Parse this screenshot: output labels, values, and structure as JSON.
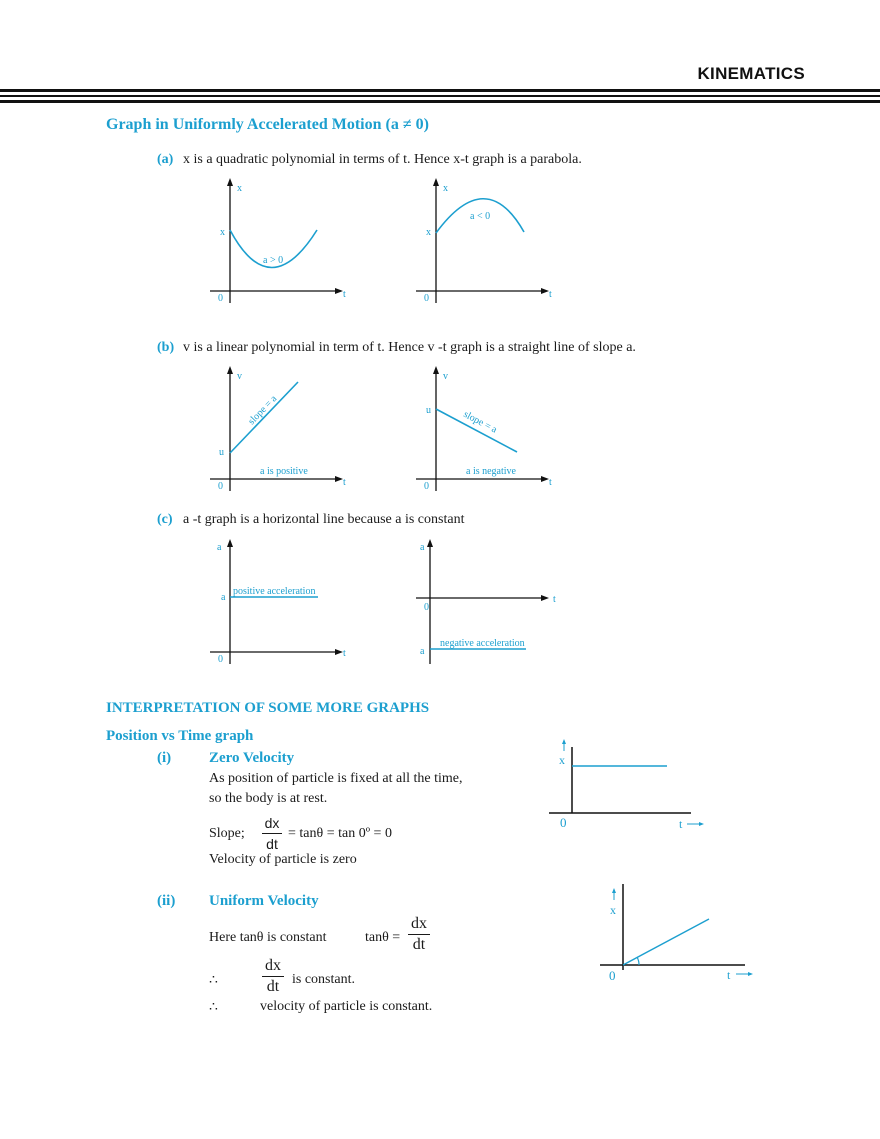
{
  "header": {
    "title": "KINEMATICS"
  },
  "section1": {
    "title": "Graph in Uniformly Accelerated Motion  (a ≠ 0)",
    "a": {
      "marker": "(a)",
      "text": "x is a quadratic polynomial in terms of t. Hence x-t graph is a parabola.",
      "g1": {
        "yaxis": "x",
        "xaxis": "t",
        "origin": "0",
        "yint": "x",
        "label": "a > 0"
      },
      "g2": {
        "yaxis": "x",
        "xaxis": "t",
        "origin": "0",
        "yint": "x",
        "label": "a < 0"
      }
    },
    "b": {
      "marker": "(b)",
      "text": "v is a linear polynomial in term of t. Hence v -t graph is a straight line of slope a.",
      "g1": {
        "yaxis": "v",
        "xaxis": "t",
        "origin": "0",
        "yint": "u",
        "slope": "slope = a",
        "label": "a is positive"
      },
      "g2": {
        "yaxis": "v",
        "xaxis": "t",
        "origin": "0",
        "yint": "u",
        "slope": "slope = a",
        "label": "a is negative"
      }
    },
    "c": {
      "marker": "(c)",
      "text": "a -t graph is a horizontal line because a is constant",
      "g1": {
        "yaxis": "a",
        "xaxis": "t",
        "origin": "0",
        "yint": "a",
        "label": "positive acceleration"
      },
      "g2": {
        "yaxis": "a",
        "xaxis": "t",
        "origin": "0",
        "yint": "a",
        "label": "negative acceleration"
      }
    }
  },
  "section2": {
    "title": "INTERPRETATION OF SOME MORE GRAPHS",
    "subtitle": "Position vs Time graph",
    "i": {
      "marker": "(i)",
      "heading": "Zero Velocity",
      "line1": "As position of particle is fixed at all the time,",
      "line2": "so the body is at rest.",
      "slope_label": "Slope;",
      "frac_num": "dx",
      "frac_den": "dt",
      "slope_rest": "= tanθ = tan 0º = 0",
      "line3": "Velocity of particle is zero",
      "graph": {
        "yaxis": "x",
        "xaxis": "t",
        "origin": "0"
      }
    },
    "ii": {
      "marker": "(ii)",
      "heading": "Uniform Velocity",
      "line1_a": "Here tanθ is constant",
      "line1_b": "tanθ =",
      "frac_num": "dx",
      "frac_den": "dt",
      "therefore1": "∴",
      "frac2_num": "dx",
      "frac2_den": "dt",
      "line2": "is constant.",
      "therefore2": "∴",
      "line3": "velocity of particle is constant.",
      "graph": {
        "yaxis": "x",
        "xaxis": "t",
        "origin": "0"
      }
    }
  },
  "colors": {
    "accent": "#1c9fcf",
    "text": "#1a1a1a"
  }
}
